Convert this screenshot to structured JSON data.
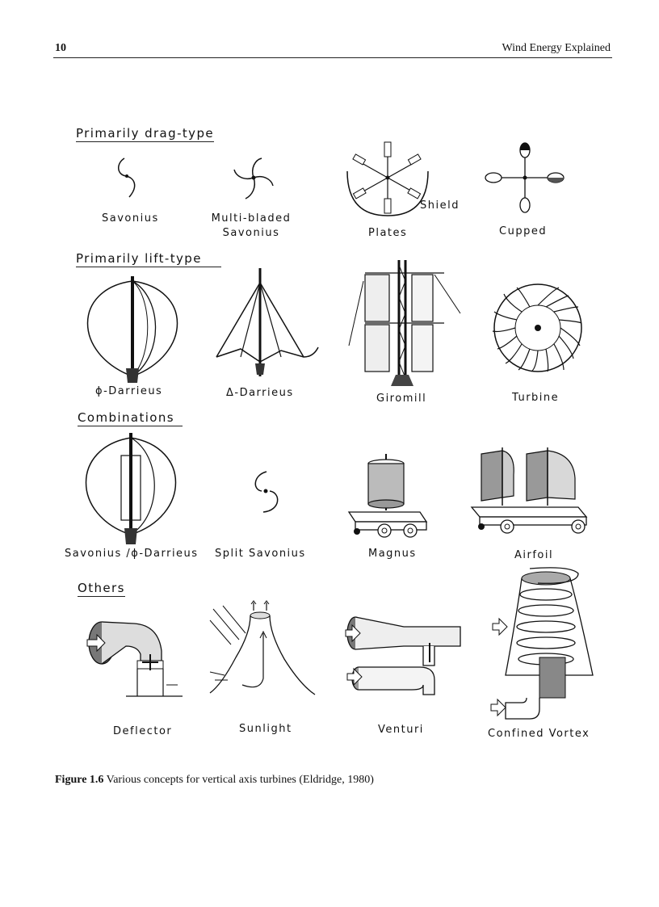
{
  "header": {
    "page_number": "10",
    "running_title": "Wind Energy Explained"
  },
  "sections": {
    "drag": "Primarily drag-type",
    "lift": "Primarily lift-type",
    "combinations": "Combinations",
    "others": "Others"
  },
  "labels": {
    "savonius": "Savonius",
    "multi_line1": "Multi-bladed",
    "multi_line2": "Savonius",
    "plates": "Plates",
    "shield": "Shield",
    "cupped": "Cupped",
    "phi_darrieus": "ϕ-Darrieus",
    "delta_darrieus": "Δ-Darrieus",
    "giromill": "Giromill",
    "turbine": "Turbine",
    "savonius_darrieus": "Savonius /ϕ-Darrieus",
    "split_savonius": "Split Savonius",
    "magnus": "Magnus",
    "airfoil": "Airfoil",
    "deflector": "Deflector",
    "sunlight": "Sunlight",
    "venturi": "Venturi",
    "confined_vortex": "Confined Vortex"
  },
  "caption": {
    "label": "Figure 1.6",
    "text": " Various concepts for vertical axis turbines (Eldridge, 1980)"
  }
}
